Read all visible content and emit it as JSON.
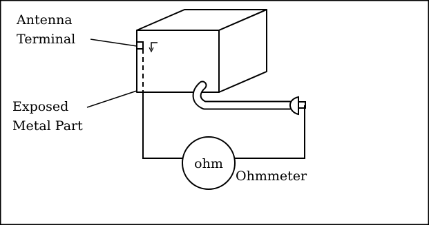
{
  "labels": {
    "antenna_line1": "Antenna",
    "antenna_line2": "Terminal",
    "exposed_line1": "Exposed",
    "exposed_line2": "Metal Part",
    "meter_face": "ohm",
    "meter_name": "Ohmmeter"
  },
  "colors": {
    "stroke": "#000000",
    "background": "#ffffff"
  }
}
